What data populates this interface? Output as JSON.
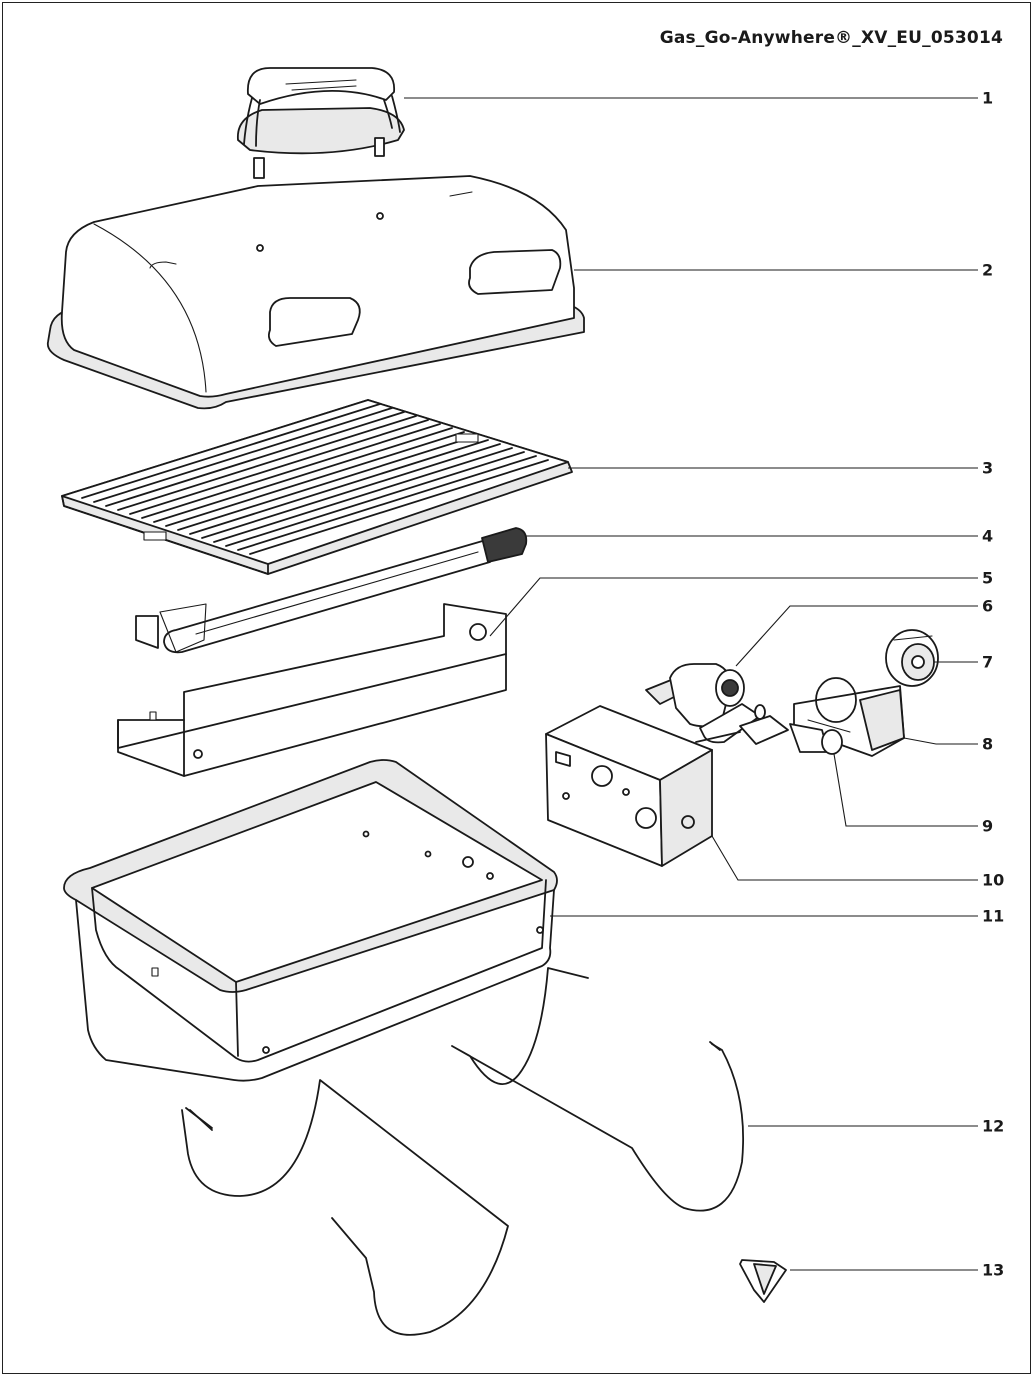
{
  "document": {
    "title": "Gas_Go-Anywhere®_XV_EU_053014"
  },
  "callouts": [
    {
      "number": "1"
    },
    {
      "number": "2"
    },
    {
      "number": "3"
    },
    {
      "number": "4"
    },
    {
      "number": "5"
    },
    {
      "number": "6"
    },
    {
      "number": "7"
    },
    {
      "number": "8"
    },
    {
      "number": "9"
    },
    {
      "number": "10"
    },
    {
      "number": "11"
    },
    {
      "number": "12"
    },
    {
      "number": "13"
    }
  ]
}
